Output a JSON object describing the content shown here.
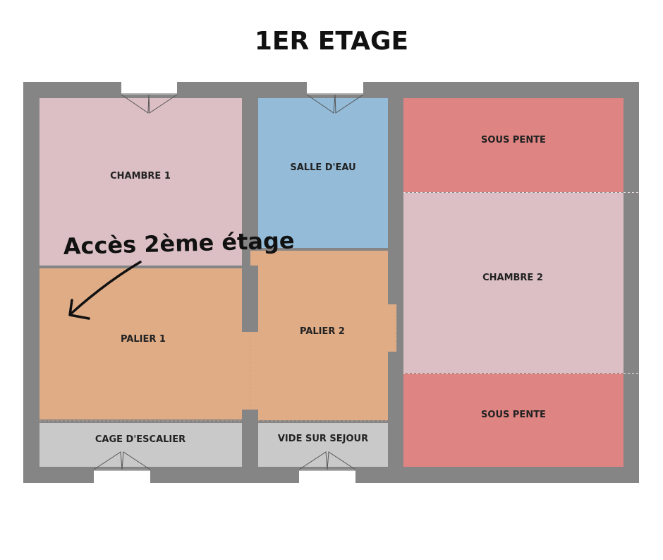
{
  "title": "1ER ETAGE",
  "annotation": "Accès 2ème étage",
  "rooms": {
    "chambre1": "CHAMBRE 1",
    "salle_eau": "SALLE D'EAU",
    "sous_pente_top": "SOUS PENTE",
    "chambre2": "CHAMBRE 2",
    "sous_pente_bottom": "SOUS PENTE",
    "palier1": "PALIER 1",
    "palier2": "PALIER 2",
    "cage_escalier": "CAGE D'ESCALIER",
    "vide_sejour": "VIDE SUR SEJOUR"
  },
  "colors": {
    "wall": "#858585",
    "bedroom": "#dbbfc4",
    "bathroom": "#94bcd9",
    "sous_pente": "#de8482",
    "landing": "#dfac86",
    "gray_room": "#c8c9c8",
    "text": "#222222"
  }
}
